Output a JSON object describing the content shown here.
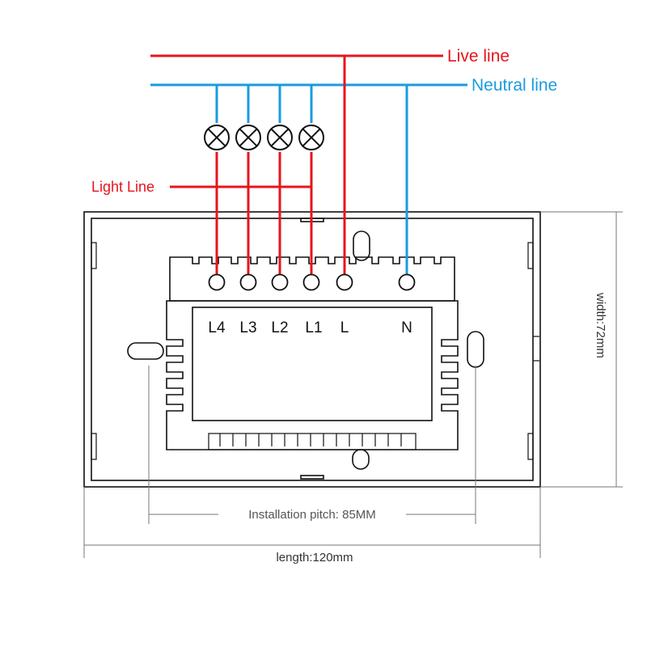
{
  "labels": {
    "live": "Live line",
    "neutral": "Neutral line",
    "light": "Light Line",
    "width": "width:72mm",
    "length": "length:120mm",
    "pitch": "Installation pitch: 85MM"
  },
  "terminals": [
    "L4",
    "L3",
    "L2",
    "L1",
    "L",
    "N"
  ],
  "colors": {
    "live": "#e8141c",
    "neutral": "#1a9be0",
    "outline": "#111111",
    "dimension": "#777777"
  }
}
